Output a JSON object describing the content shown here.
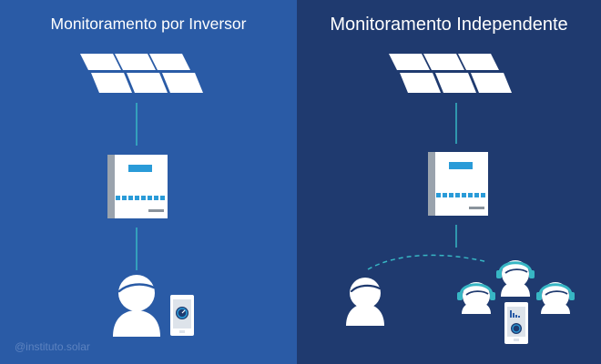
{
  "left_panel": {
    "title": "Monitoramento por Inversor",
    "watermark": "@instituto.solar"
  },
  "right_panel": {
    "title": "Monitoramento Independente"
  },
  "colors": {
    "left_background": "#2a5ba6",
    "right_background": "#1f3a6f",
    "icon_white": "#ffffff",
    "accent_blue": "#2a9bd8",
    "connector_teal": "#37b6c4"
  }
}
